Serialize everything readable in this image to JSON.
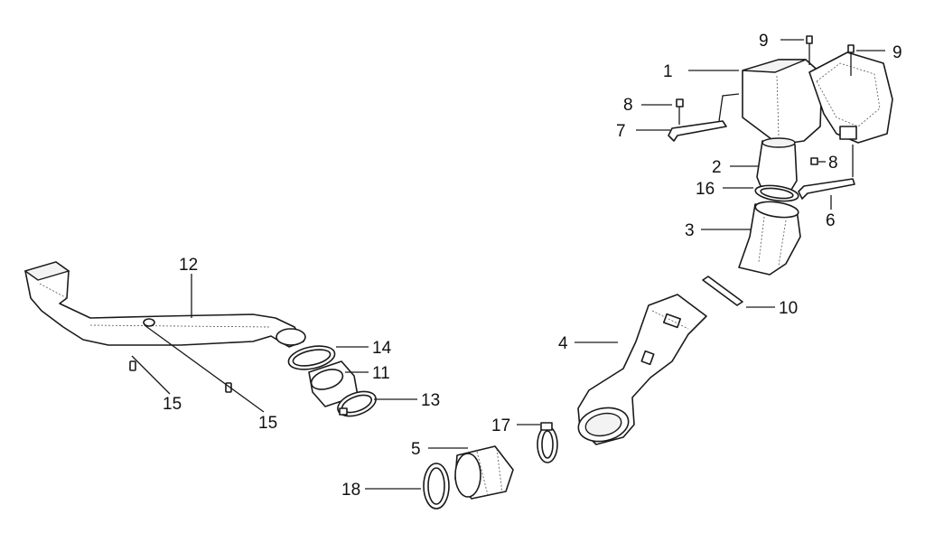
{
  "callouts": {
    "p1": "1",
    "p2": "2",
    "p3": "3",
    "p4": "4",
    "p5": "5",
    "p6": "6",
    "p7": "7",
    "p8a": "8",
    "p8b": "8",
    "p9a": "9",
    "p9b": "9",
    "p10": "10",
    "p11": "11",
    "p12": "12",
    "p13": "13",
    "p14": "14",
    "p15a": "15",
    "p15b": "15",
    "p16": "16",
    "p17": "17",
    "p18": "18"
  }
}
